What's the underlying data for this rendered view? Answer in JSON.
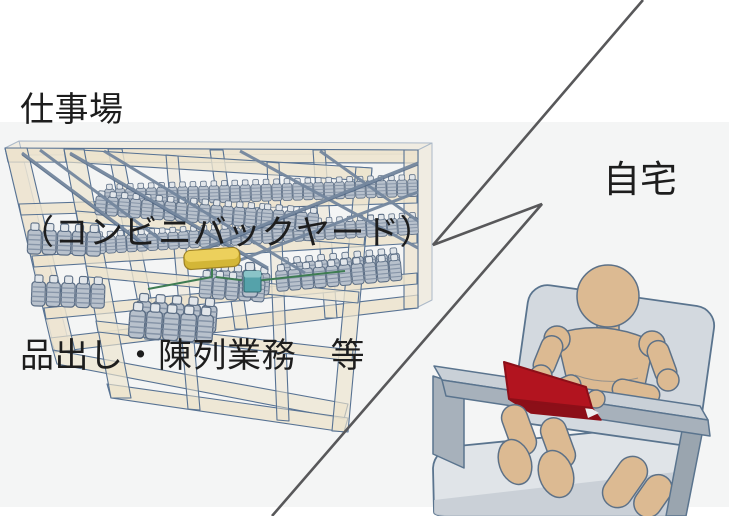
{
  "labels": {
    "workplace_title": "仕事場",
    "workplace_subtitle": "（コンビニバックヤード）",
    "workplace_task": "品出し・陳列業務　等",
    "home": "自宅"
  },
  "icons": {
    "left_scene": "shelf-rack-3d-illustration",
    "right_scene": "person-on-chair-with-laptop-3d-illustration",
    "divider": "zigzag-divider-line"
  },
  "colors": {
    "text": "#1d1d1d",
    "canvas_band": "#f4f5f5",
    "divider": "#58585a",
    "shelf_frame": "#ece3cd",
    "shelf_frame_dark": "#d8cbae",
    "shelf_outline": "#577293",
    "rail": "#74879e",
    "rail_dark": "#4e6583",
    "bottle_body": "#b8c1cc",
    "bottle_rib": "#8795a8",
    "bottle_cap": "#e2e6ea",
    "bottle_outline": "#5c6e85",
    "shuttle_yellow": "#ecd05c",
    "shuttle_yellow_dark": "#d3b637",
    "shuttle_outline": "#9c8026",
    "device_teal": "#55a2aa",
    "device_teal_light": "#8ac4c8",
    "device_outline": "#2e6a71",
    "cable_green": "#3e7c52",
    "chair_fill": "#d3d9df",
    "chair_fill_light": "#e0e4e8",
    "chair_fill_dark": "#c6cdd4",
    "chair_outline": "#5a748e",
    "desk_top": "#c9d0d7",
    "desk_side": "#a7b1bb",
    "desk_leg": "#9aa5af",
    "figure_tan": "#dcba92",
    "figure_tan_dark": "#c8a378",
    "figure_outline": "#5d7187",
    "laptop_red": "#b2141f",
    "laptop_red_dark": "#8c0f18",
    "gap_white": "#eceeef"
  }
}
